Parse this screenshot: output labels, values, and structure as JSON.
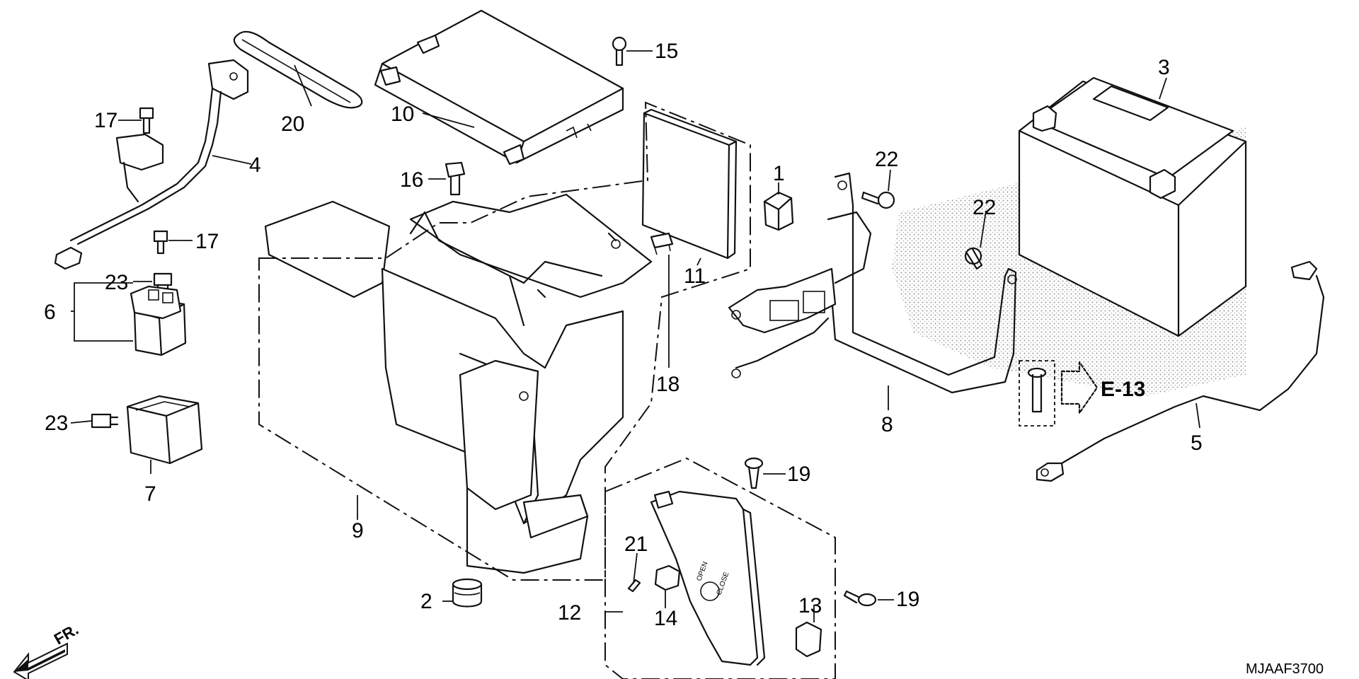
{
  "diagram": {
    "code": "MJAAF3700",
    "direction_label": "FR.",
    "reference": "E-13",
    "callouts": {
      "c1": "1",
      "c2": "2",
      "c3": "3",
      "c4": "4",
      "c5": "5",
      "c6": "6",
      "c7": "7",
      "c8": "8",
      "c9": "9",
      "c10": "10",
      "c11": "11",
      "c12": "12",
      "c13": "13",
      "c14": "14",
      "c15": "15",
      "c16": "16",
      "c17a": "17",
      "c17b": "17",
      "c18": "18",
      "c19a": "19",
      "c19b": "19",
      "c20": "20",
      "c21": "21",
      "c22a": "22",
      "c22b": "22",
      "c23a": "23",
      "c23b": "23"
    },
    "cover_text": {
      "open": "OPEN",
      "close": "CLOSE"
    }
  }
}
